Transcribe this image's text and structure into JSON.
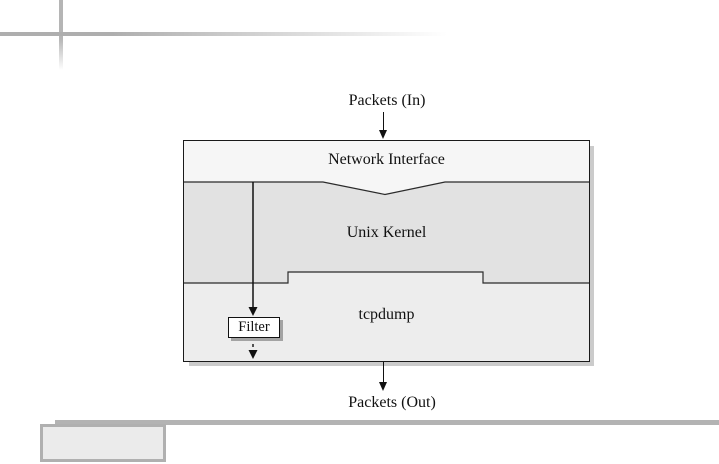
{
  "flow": {
    "in_label": "Packets (In)",
    "out_label": "Packets (Out)"
  },
  "layers": {
    "network_interface": {
      "label": "Network Interface",
      "fill": "#f6f6f6"
    },
    "unix_kernel": {
      "label": "Unix Kernel",
      "fill": "#e2e2e2"
    },
    "tcpdump": {
      "label": "tcpdump",
      "fill": "#ededed"
    }
  },
  "filter": {
    "label": "Filter"
  },
  "colors": {
    "line": "#1a1a1a",
    "box_shadow": "#cbcbcb",
    "page_accent_gray": "#b3b3b3",
    "footer_box_fill": "#ebebeb"
  }
}
